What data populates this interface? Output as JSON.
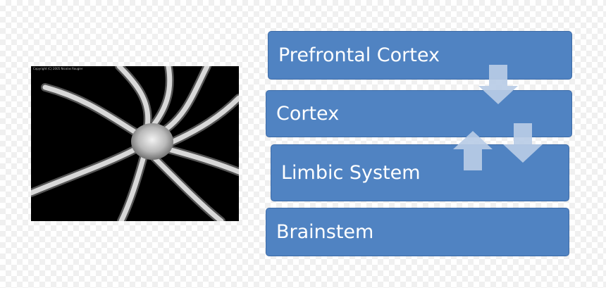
{
  "figure": {
    "copyright_text": "Copyright (C) 2005 Nicolas Rougier",
    "neuron_image_icon": "neuron-icon"
  },
  "levels": [
    {
      "label": "Prefrontal Cortex"
    },
    {
      "label": "Cortex"
    },
    {
      "label": "Limbic System"
    },
    {
      "label": "Brainstem"
    }
  ],
  "arrows": [
    {
      "icon": "arrow-down-icon",
      "direction": "down"
    },
    {
      "icon": "arrow-up-icon",
      "direction": "up"
    },
    {
      "icon": "arrow-down-icon",
      "direction": "down"
    }
  ],
  "colors": {
    "box_fill": "#5083c2",
    "box_border": "#3d6ba7",
    "box_text": "#ffffff",
    "arrow_fill": "#b8cce6",
    "figure_background": "#000000"
  }
}
